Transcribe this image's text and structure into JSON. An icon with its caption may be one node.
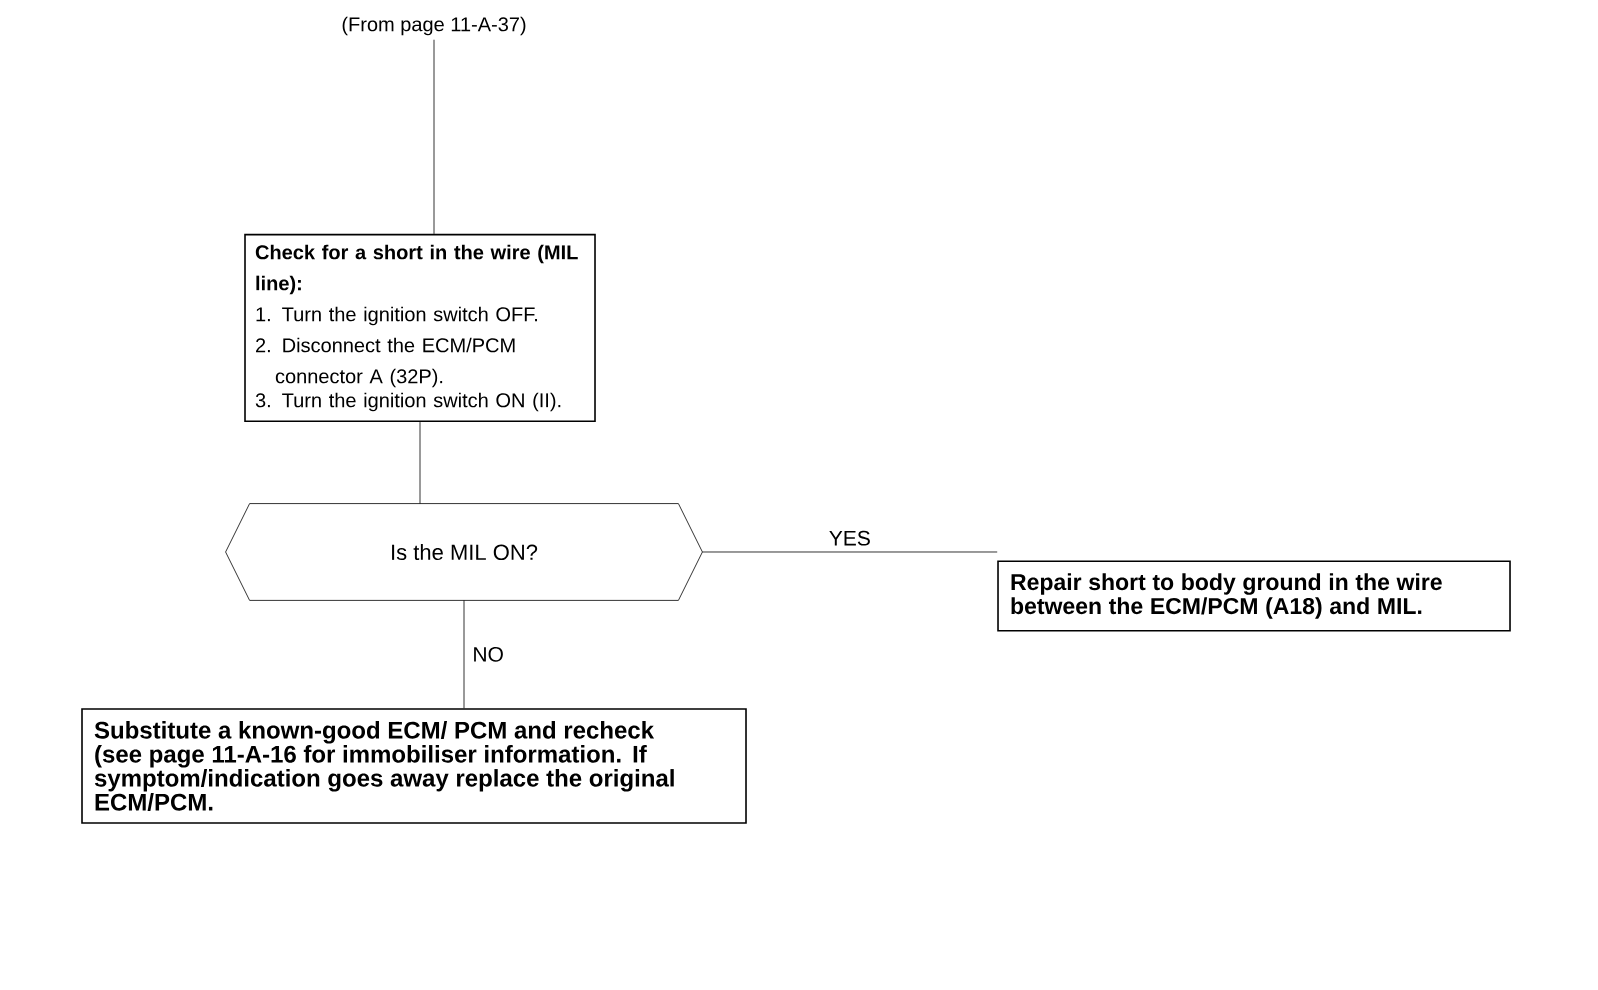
{
  "diagram": {
    "nodes": [
      {
        "text": [
          "(From page 11-A-37)"
        ]
      },
      {
        "text": [
          "Check for a short in the wire (MIL line):",
          "1. Turn the ignition switch OFF.",
          "2. Disconnect the ECM/PCM connector A (32P).",
          "3. Turn the ignition switch ON (II)."
        ]
      },
      {
        "text": [
          "Is the MIL ON?"
        ]
      },
      {
        "text": [
          "Repair short to body ground in the wire between the ECM/PCM (A18) and MIL."
        ]
      },
      {
        "text": [
          "Substitute a known-good ECM/ PCM and recheck (see page 11-A-16 for immobiliser information. If symptom/indication goes away replace the original ECM/PCM."
        ]
      }
    ],
    "edges": [
      {
        "from": 0,
        "to": 1,
        "arrow": "none"
      },
      {
        "from": 1,
        "to": 2,
        "arrow": "none"
      },
      {
        "from": 2,
        "to": 3,
        "arrow": "none",
        "label": "YES"
      },
      {
        "from": 2,
        "to": 4,
        "arrow": "none",
        "label": "NO"
      }
    ]
  }
}
